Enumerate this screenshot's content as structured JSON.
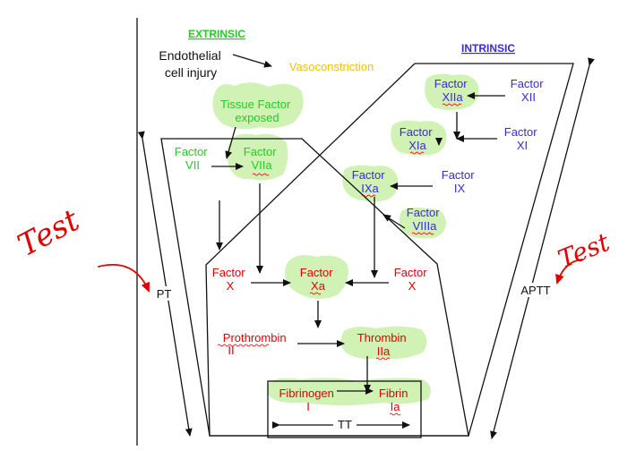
{
  "colors": {
    "extrinsic": "#22cc22",
    "intrinsic": "#3a2ad8",
    "common": "#e00000",
    "vasoconstriction": "#f2c400",
    "highlight": "#c8f0a8"
  },
  "headers": {
    "extrinsic": "EXTRINSIC",
    "intrinsic": "INTRINSIC"
  },
  "extrinsic": {
    "injury": [
      "Endothelial",
      "cell injury"
    ],
    "vasoconstriction": "Vasoconstriction",
    "tissue_factor": [
      "Tissue Factor",
      "exposed"
    ],
    "factor_vii": [
      "Factor",
      "VII"
    ],
    "factor_viia": [
      "Factor",
      "VIIa"
    ]
  },
  "intrinsic": {
    "factor_xiia": [
      "Factor",
      "XIIa"
    ],
    "factor_xii": [
      "Factor",
      "XII"
    ],
    "factor_xia": [
      "Factor",
      "XIa"
    ],
    "factor_xi": [
      "Factor",
      "XI"
    ],
    "factor_ixa": [
      "Factor",
      "IXa"
    ],
    "factor_ix": [
      "Factor",
      "IX"
    ],
    "factor_viiia": [
      "Factor",
      "VIIIa"
    ]
  },
  "common": {
    "factor_x_left": [
      "Factor",
      "X"
    ],
    "factor_xa": [
      "Factor",
      "Xa"
    ],
    "factor_x_right": [
      "Factor",
      "X"
    ],
    "prothrombin": [
      "Prothrombin",
      "II"
    ],
    "thrombin": [
      "Thrombin",
      "IIa"
    ],
    "fibrinogen": [
      "Fibrinogen",
      "I"
    ],
    "fibrin": [
      "Fibrin",
      "Ia"
    ]
  },
  "tests": {
    "pt": "PT",
    "aptt": "APTT",
    "tt": "TT"
  },
  "annotations": {
    "left": "Test",
    "right": "Test"
  }
}
